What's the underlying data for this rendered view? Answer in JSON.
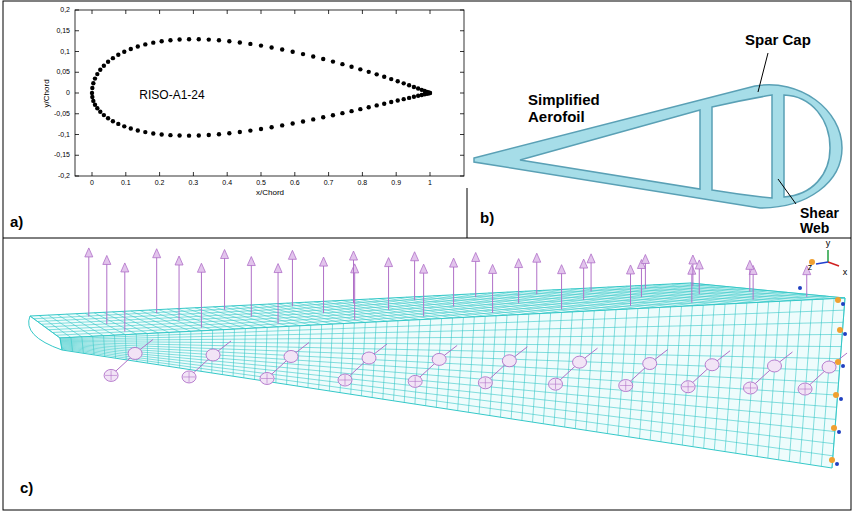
{
  "diagram": {
    "labels": [
      "RISO-A1-24",
      "y/Chord",
      "x/Chord",
      "0,2",
      "0,15",
      "0,1",
      "0,05",
      "0",
      "-0,05",
      "-0,1",
      "-0,15",
      "-0,2",
      "0",
      "0.1",
      "0.2",
      "0.3",
      "0.4",
      "0.5",
      "0.6",
      "0.7",
      "0.8",
      "0.9",
      "1",
      "a)",
      "Simplified Aerofoil",
      "Spar Cap",
      "Shear Web",
      "b)",
      "c)",
      "z",
      "x",
      "y"
    ]
  }
}
